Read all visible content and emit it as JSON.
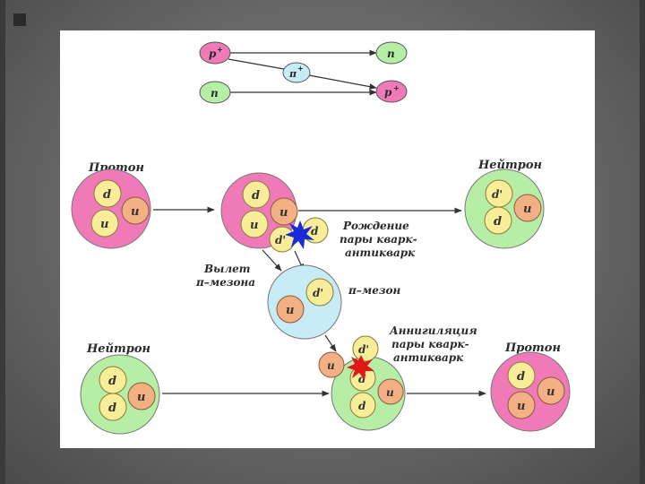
{
  "top_reaction": {
    "proton": "p",
    "proton_charge": "+",
    "neutron_out": "n",
    "pion": "π",
    "pion_charge": "+",
    "neutron_in": "n",
    "proton_out": "p",
    "proton_out_charge": "+"
  },
  "labels": {
    "proton_top": "Протон",
    "neutron_top": "Нейтрон",
    "pair_creation_1": "Рождение",
    "pair_creation_2": "пары кварк-",
    "pair_creation_3": "антикварк",
    "emission_1": "Вылет",
    "emission_2": "π–мезона",
    "meson": "π–мезон",
    "neutron_bottom": "Нейтрон",
    "annihilation_1": "Аннигиляция",
    "annihilation_2": "пары кварк-",
    "annihilation_3": "антикварк",
    "proton_bottom": "Протон"
  },
  "quarks": {
    "d": "d",
    "u": "u",
    "d_anti": "d'"
  },
  "colors": {
    "proton": "#f07ab8",
    "neutron": "#b6eea6",
    "meson": "#c8ecf6",
    "quark_d": "#f8ee9a",
    "quark_u": "#f2b084",
    "star_blue": "#1a2ad8",
    "star_red": "#e01818"
  }
}
